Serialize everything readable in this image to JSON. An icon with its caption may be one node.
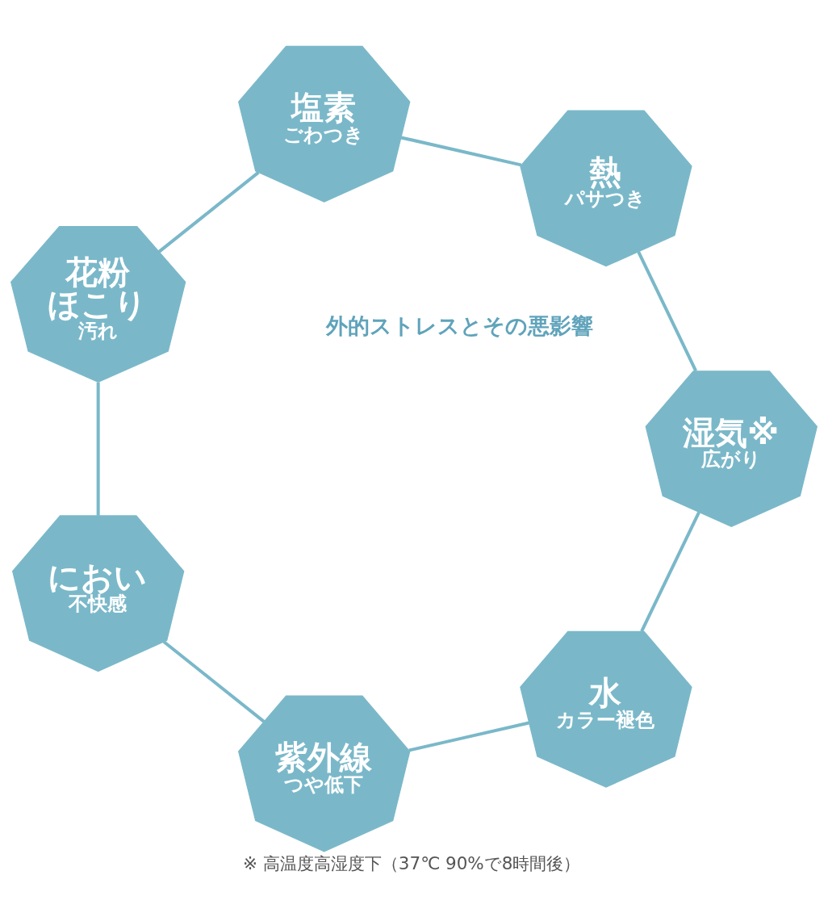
{
  "diagram": {
    "caption": "※ 高温度高湿度下（37℃ 90%で8時間後）",
    "nodes": [
      {
        "text": [
          "水",
          "カラー褪色"
        ]
      },
      {
        "text": [
          "湿気※",
          "広がり"
        ]
      },
      {
        "text": [
          "紫外線",
          "つや低下"
        ]
      },
      {
        "text": [
          "外的ストレスとその悪影響"
        ]
      },
      {
        "text": [
          "熱",
          "パサつき"
        ]
      },
      {
        "text": [
          "におい",
          "不快感"
        ]
      },
      {
        "text": [
          "塩素",
          "ごわつき"
        ]
      },
      {
        "text": [
          "花粉",
          "ほこり",
          "汚れ"
        ]
      }
    ],
    "edges": [
      {
        "from": 4,
        "to": 1,
        "arrow": "none"
      },
      {
        "from": 1,
        "to": 0,
        "arrow": "none"
      },
      {
        "from": 0,
        "to": 2,
        "arrow": "none"
      },
      {
        "from": 2,
        "to": 5,
        "arrow": "none"
      },
      {
        "from": 5,
        "to": 7,
        "arrow": "none"
      },
      {
        "from": 7,
        "to": 6,
        "arrow": "none"
      },
      {
        "from": 6,
        "to": 4,
        "arrow": "none"
      }
    ]
  }
}
